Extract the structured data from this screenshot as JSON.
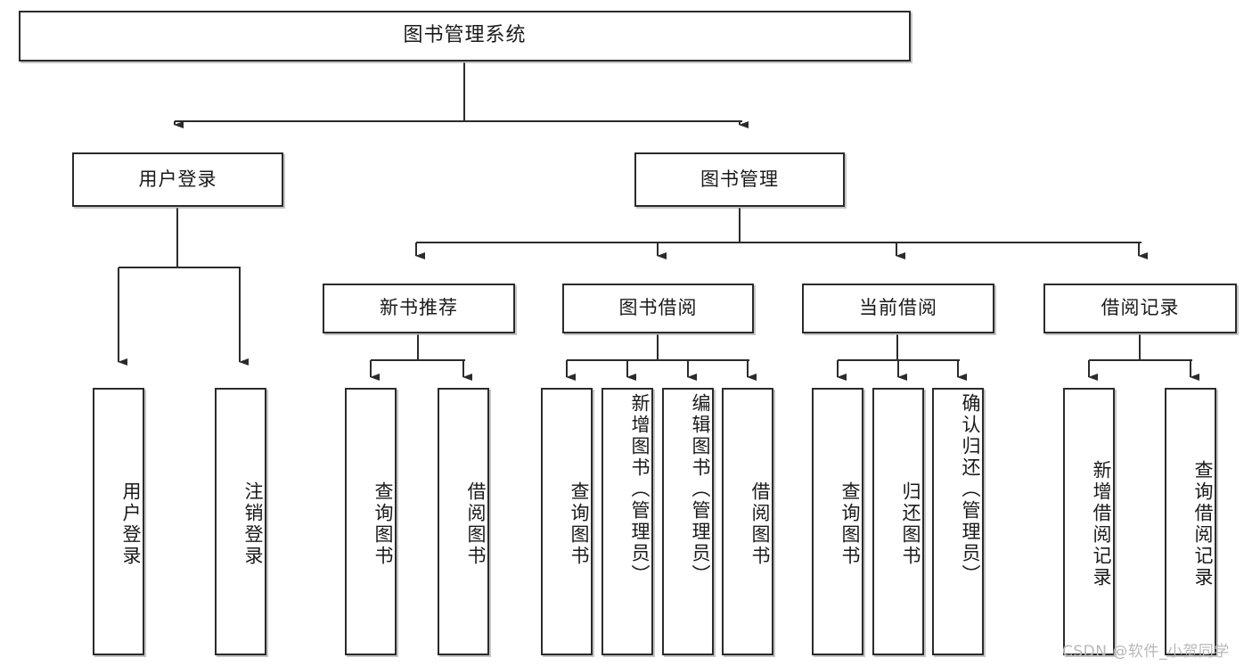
{
  "diagram": {
    "title": "图书管理系统",
    "type": "tree",
    "watermark": "CSDN @软件_小贺同学",
    "colors": {
      "box_border": "#2b2b2b",
      "box_fill": "#ffffff",
      "edge": "#2b2b2b",
      "text": "#1a1a1a",
      "watermark": "#b8b8b8",
      "background": "#ffffff"
    },
    "levels": {
      "root": {
        "label": "图书管理系统"
      },
      "level2": [
        {
          "id": "user-login",
          "label": "用户登录"
        },
        {
          "id": "book-management",
          "label": "图书管理"
        }
      ],
      "level3": [
        {
          "id": "new-book-recommend",
          "label": "新书推荐",
          "parent": "book-management"
        },
        {
          "id": "book-borrow",
          "label": "图书借阅",
          "parent": "book-management"
        },
        {
          "id": "current-borrow",
          "label": "当前借阅",
          "parent": "book-management"
        },
        {
          "id": "borrow-record",
          "label": "借阅记录",
          "parent": "book-management"
        }
      ],
      "leaves": [
        {
          "id": "leaf-user-login",
          "label": "用户登录",
          "parent": "user-login"
        },
        {
          "id": "leaf-logout-login",
          "label": "注销登录",
          "parent": "user-login"
        },
        {
          "id": "leaf-query-book-1",
          "label": "查询图书",
          "parent": "new-book-recommend"
        },
        {
          "id": "leaf-borrow-book-1",
          "label": "借阅图书",
          "parent": "new-book-recommend"
        },
        {
          "id": "leaf-query-book-2",
          "label": "查询图书",
          "parent": "book-borrow"
        },
        {
          "id": "leaf-add-book",
          "label": "新增图书（管理员）",
          "parent": "book-borrow"
        },
        {
          "id": "leaf-edit-book",
          "label": "编辑图书（管理员）",
          "parent": "book-borrow"
        },
        {
          "id": "leaf-borrow-book-2",
          "label": "借阅图书",
          "parent": "book-borrow"
        },
        {
          "id": "leaf-query-book-3",
          "label": "查询图书",
          "parent": "current-borrow"
        },
        {
          "id": "leaf-return-book",
          "label": "归还图书",
          "parent": "current-borrow"
        },
        {
          "id": "leaf-confirm-return",
          "label": "确认归还（管理员）",
          "parent": "current-borrow"
        },
        {
          "id": "leaf-add-borrow-record",
          "label": "新增借阅记录",
          "parent": "borrow-record"
        },
        {
          "id": "leaf-query-borrow-record",
          "label": "查询借阅记录",
          "parent": "borrow-record"
        }
      ]
    }
  }
}
